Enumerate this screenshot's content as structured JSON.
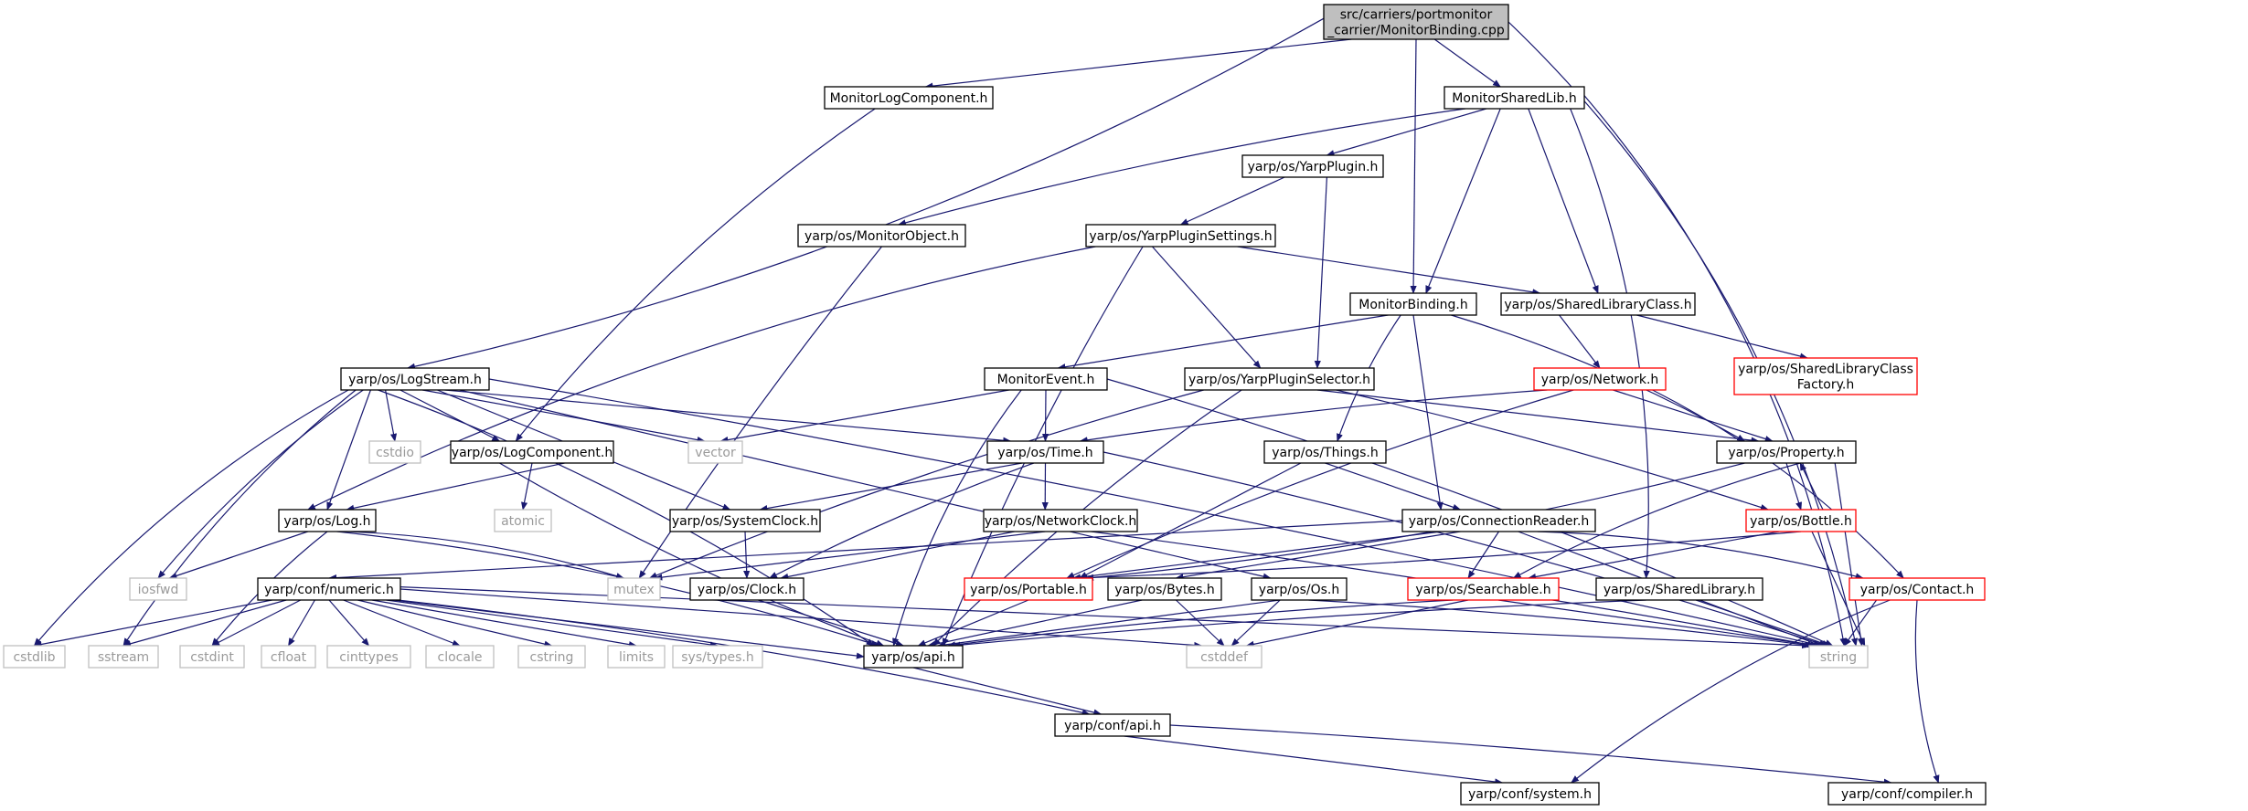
{
  "nodes": {
    "root": "src/carriers/portmonitor\n_carrier/MonitorBinding.cpp",
    "monitorlogcomponent": "MonitorLogComponent.h",
    "monitorsharedlib": "MonitorSharedLib.h",
    "yarpplugin": "yarp/os/YarpPlugin.h",
    "monitorobject": "yarp/os/MonitorObject.h",
    "yarppluginsettings": "yarp/os/YarpPluginSettings.h",
    "monitorbinding": "MonitorBinding.h",
    "sharedlibraryclass": "yarp/os/SharedLibraryClass.h",
    "sharedlibraryclassfactory": "yarp/os/SharedLibraryClass\nFactory.h",
    "logstream": "yarp/os/LogStream.h",
    "monitorevent": "MonitorEvent.h",
    "yarppluginselector": "yarp/os/YarpPluginSelector.h",
    "network": "yarp/os/Network.h",
    "cstdio": "cstdio",
    "logcomponent": "yarp/os/LogComponent.h",
    "vector": "vector",
    "time": "yarp/os/Time.h",
    "things": "yarp/os/Things.h",
    "property": "yarp/os/Property.h",
    "atomic": "atomic",
    "log": "yarp/os/Log.h",
    "systemclock": "yarp/os/SystemClock.h",
    "networkclock": "yarp/os/NetworkClock.h",
    "connectionreader": "yarp/os/ConnectionReader.h",
    "bottle": "yarp/os/Bottle.h",
    "iosfwd": "iosfwd",
    "mutex": "mutex",
    "numeric": "yarp/conf/numeric.h",
    "clock": "yarp/os/Clock.h",
    "portable": "yarp/os/Portable.h",
    "bytes": "yarp/os/Bytes.h",
    "os": "yarp/os/Os.h",
    "searchable": "yarp/os/Searchable.h",
    "sharedlibrary": "yarp/os/SharedLibrary.h",
    "contact": "yarp/os/Contact.h",
    "cstdlib": "cstdlib",
    "sstream": "sstream",
    "cstdint": "cstdint",
    "cfloat": "cfloat",
    "cinttypes": "cinttypes",
    "clocale": "clocale",
    "cstring": "cstring",
    "limits": "limits",
    "systypes": "sys/types.h",
    "api": "yarp/os/api.h",
    "cstddef": "cstddef",
    "string": "string",
    "confapi": "yarp/conf/api.h",
    "system": "yarp/conf/system.h",
    "compiler": "yarp/conf/compiler.h"
  },
  "colors": {
    "edge": "#191970",
    "node_border": "#000000",
    "truncated_border": "#ff0000",
    "system_border": "#bfbfbf",
    "root_fill": "#bfbfbf",
    "node_fill": "#ffffff",
    "system_text": "#9a9a9a"
  }
}
